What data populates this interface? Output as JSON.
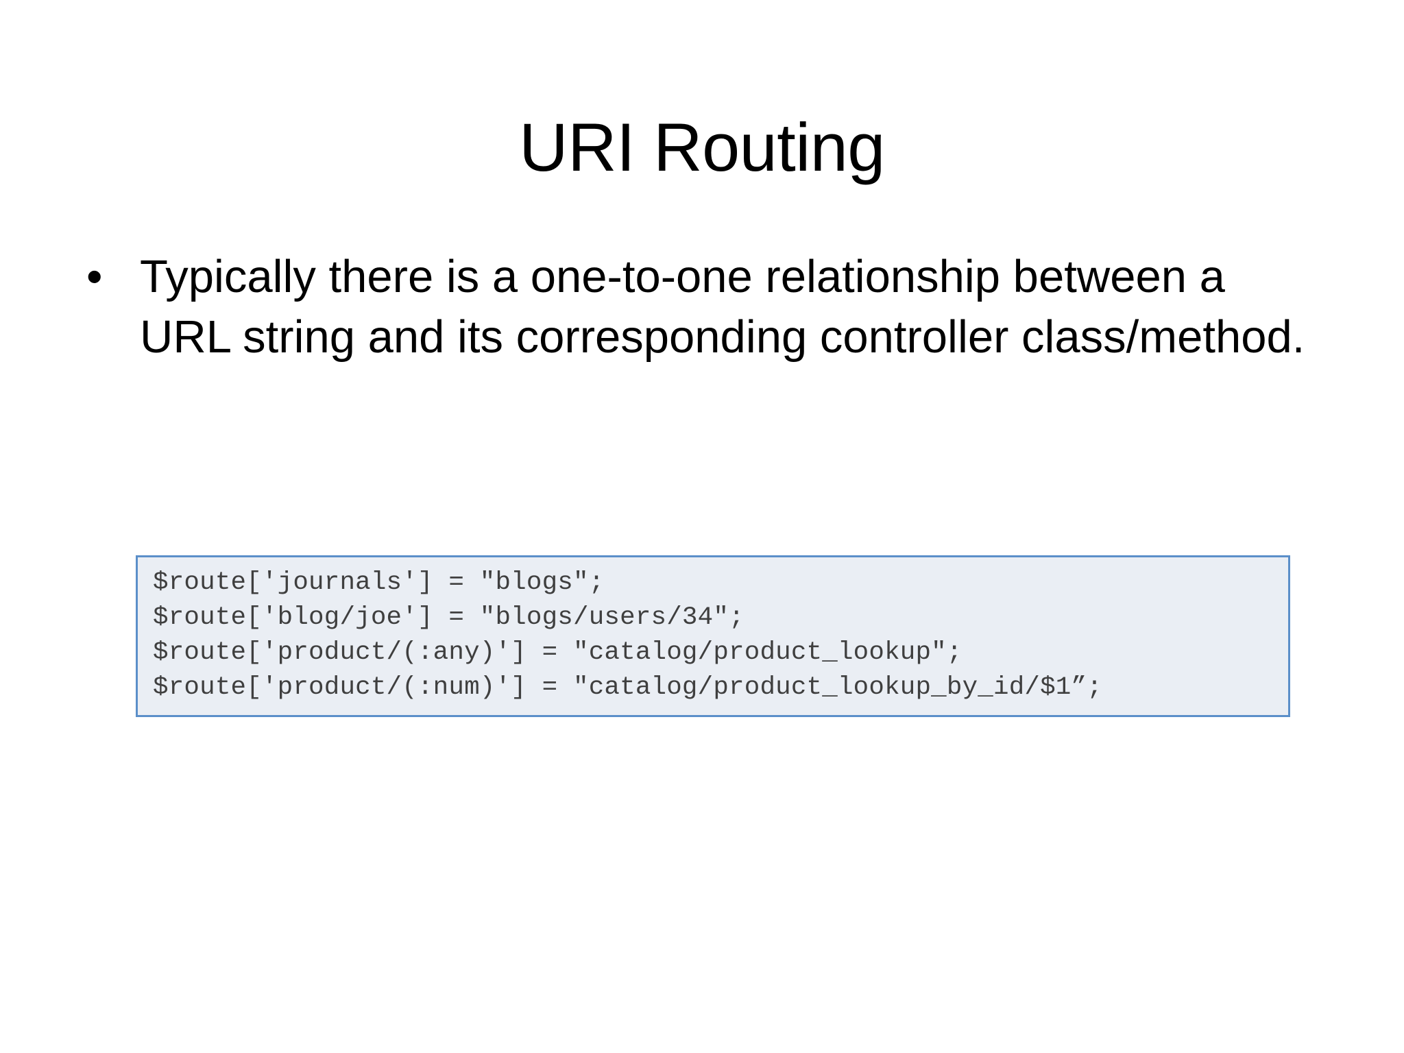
{
  "slide": {
    "title": "URI Routing",
    "bullets": [
      {
        "marker": "•",
        "text": "Typically there is a one-to-one relationship between a URL string and its corresponding controller class/method."
      }
    ],
    "code_block": {
      "language": "php",
      "background_color": "#eaeef4",
      "border_color": "#5b8fc9",
      "text_color": "#3f3f3f",
      "lines": [
        "$route['journals'] = \"blogs\";",
        "$route['blog/joe'] = \"blogs/users/34\";",
        "$route['product/(:any)'] = \"catalog/product_lookup\";",
        "$route['product/(:num)'] = \"catalog/product_lookup_by_id/$1”;"
      ]
    }
  },
  "colors": {
    "background": "#ffffff",
    "text": "#000000",
    "code_border": "#5b8fc9",
    "code_background": "#eaeef4"
  }
}
